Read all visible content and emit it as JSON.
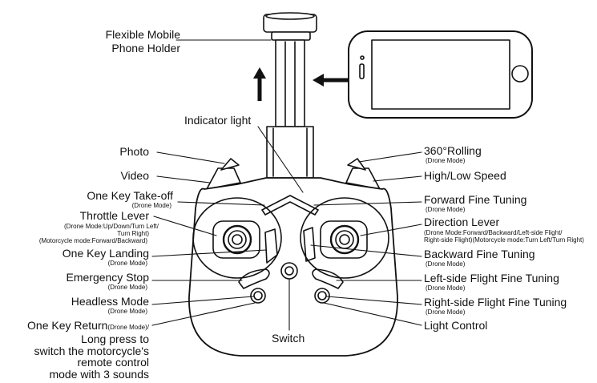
{
  "labels": {
    "phone_holder": [
      "Flexible Mobile",
      "Phone Holder"
    ],
    "indicator_light": "Indicator light",
    "photo": "Photo",
    "video": "Video",
    "one_key_takeoff": "One Key Take-off",
    "one_key_takeoff_mode": "(Drone Mode)",
    "throttle_lever": "Throttle Lever",
    "throttle_lever_note": [
      "(Drone Mode:Up/Down/Turn Left/",
      "Turn Right)",
      "(Motorcycle mode:Forward/Backward)"
    ],
    "one_key_landing": "One Key Landing",
    "one_key_landing_mode": "(Drone Mode)",
    "emergency_stop": "Emergency Stop",
    "emergency_stop_mode": "(Drone Mode)",
    "headless_mode": "Headless Mode",
    "headless_mode_mode": "(Drone Mode)",
    "one_key_return": "One Key Return",
    "one_key_return_mode": "(Drone Mode)/",
    "one_key_return_note": [
      "Long press to",
      "switch the motorcycle's",
      "remote control",
      "mode with 3 sounds"
    ],
    "switch": "Switch",
    "rolling_360": "360°Rolling",
    "rolling_360_mode": "(Drone Mode)",
    "high_low_speed": "High/Low Speed",
    "forward_fine_tuning": "Forward Fine Tuning",
    "forward_fine_tuning_mode": "(Drone Mode)",
    "direction_lever": "Direction Lever",
    "direction_lever_note": [
      "(Drone Mode:Forward/Backward/Left-side Flight/",
      "Right-side Flight)(Motorcycle mode:Turn Left/Turn Right)"
    ],
    "backward_fine_tuning": "Backward Fine Tuning",
    "backward_fine_tuning_mode": "(Drone Mode)",
    "left_side_flight": "Left-side Flight Fine Tuning",
    "left_side_flight_mode": "(Drone Mode)",
    "right_side_flight": "Right-side Flight Fine Tuning",
    "right_side_flight_mode": "(Drone Mode)",
    "light_control": "Light Control"
  },
  "colors": {
    "line": "#111111",
    "background": "#ffffff"
  }
}
